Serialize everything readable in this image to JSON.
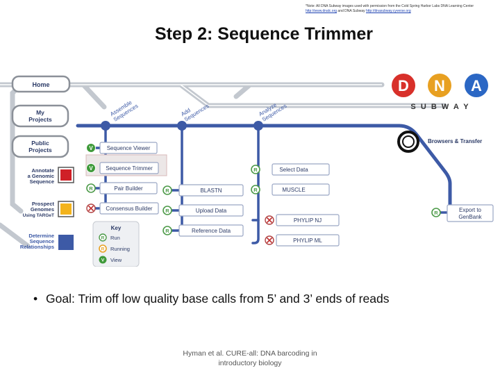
{
  "credit": {
    "line1": "*Note: All DNA Subway images used with permission from the Cold Spring Harbor Labs DNA Learning Center",
    "link1": "http://www.dnalc.org",
    "and_text": " and DNA Subway ",
    "link2": "http://dnasubway.cyverse.org"
  },
  "title": "Step 2: Sequence Trimmer",
  "subway": {
    "logo_letters": [
      "D",
      "N",
      "A"
    ],
    "logo_word": "S U B W A Y",
    "colors": {
      "d": "#d8302a",
      "n": "#e8a021",
      "a": "#2b67c4",
      "track": "#3d5aa6",
      "rail": "#b8bec6"
    },
    "nav": {
      "home": "Home",
      "my_projects": [
        "My",
        "Projects"
      ],
      "public_projects": [
        "Public",
        "Projects"
      ],
      "annotate": [
        "Annotate",
        "a Genomic",
        "Sequence"
      ],
      "prospect": [
        "Prospect",
        "Genomes",
        "Using TARGeT"
      ],
      "determine": [
        "Determine",
        "Sequence",
        "Relationships"
      ]
    },
    "stations": {
      "assemble": [
        "Assemble",
        "Sequences"
      ],
      "add": [
        "Add",
        "Sequences"
      ],
      "analyze": [
        "Analyze",
        "Sequences"
      ]
    },
    "tasks": {
      "sequence_viewer": "Sequence Viewer",
      "sequence_trimmer": "Sequence Trimmer",
      "pair_builder": "Pair Builder",
      "consensus_builder": "Consensus Builder",
      "blastn": "BLASTN",
      "upload_data": "Upload Data",
      "reference_data": "Reference Data",
      "select_data": "Select Data",
      "muscle": "MUSCLE",
      "phylip_nj": "PHYLIP NJ",
      "phylip_ml": "PHYLIP ML",
      "browsers_transfer": "Browsers & Transfer",
      "export": [
        "Export to",
        "GenBank"
      ]
    },
    "key": {
      "title": "Key",
      "run": "Run",
      "running": "Running",
      "view": "View"
    },
    "marker_letters": {
      "view": "V",
      "run": "R"
    }
  },
  "bullet": "Goal: Trim off low quality base calls from 5’ and 3’ ends of reads",
  "footer": [
    "Hyman et al. CURE-all: DNA barcoding in",
    "introductory biology"
  ]
}
